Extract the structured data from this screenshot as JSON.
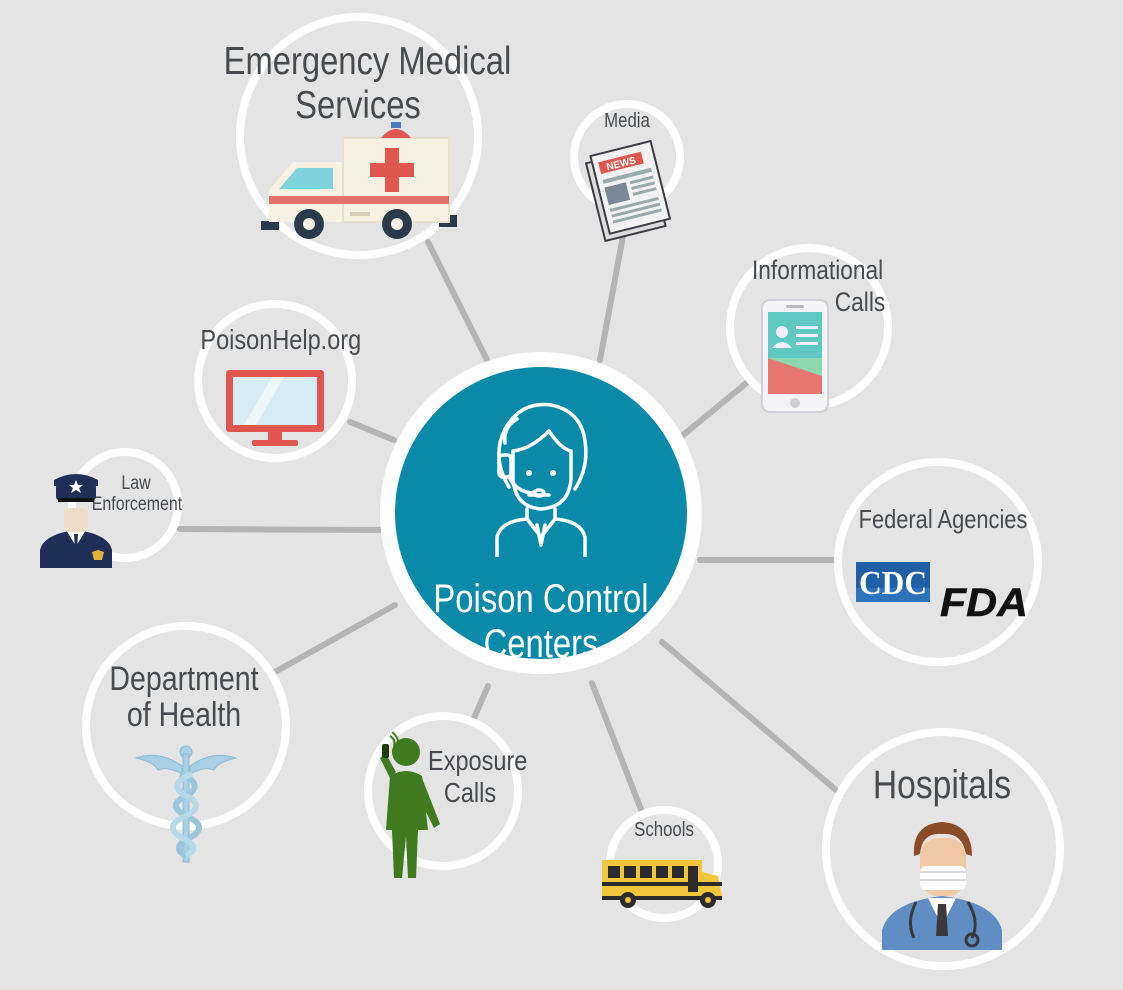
{
  "hub": {
    "title_line1": "Poison Control",
    "title_line2": "Centers",
    "color": "#0a8aa8"
  },
  "nodes": {
    "ems": {
      "line1": "Emergency Medical",
      "line2": "Services",
      "icon": "ambulance-icon"
    },
    "media": {
      "label": "Media",
      "icon": "newspaper-icon",
      "newspaper_text": "NEWS"
    },
    "informational_calls": {
      "line1": "Informational",
      "line2": "Calls",
      "icon": "smartphone-icon"
    },
    "poisonhelp": {
      "label": "PoisonHelp.org",
      "icon": "monitor-icon"
    },
    "law_enforcement": {
      "line1": "Law",
      "line2": "Enforcement",
      "icon": "police-officer-icon"
    },
    "federal_agencies": {
      "label": "Federal Agencies",
      "icon": "agency-logos-icon",
      "logo1": "CDC",
      "logo2": "FDA"
    },
    "department_of_health": {
      "line1": "Department",
      "line2": "of Health",
      "icon": "caduceus-icon"
    },
    "exposure_calls": {
      "line1": "Exposure",
      "line2": "Calls",
      "icon": "person-on-phone-icon"
    },
    "schools": {
      "label": "Schools",
      "icon": "school-bus-icon"
    },
    "hospitals": {
      "label": "Hospitals",
      "icon": "doctor-icon"
    }
  },
  "colors": {
    "background": "#e4e4e4",
    "ring": "#ffffff",
    "connector": "#b4b4b4",
    "label": "#474b4f"
  }
}
